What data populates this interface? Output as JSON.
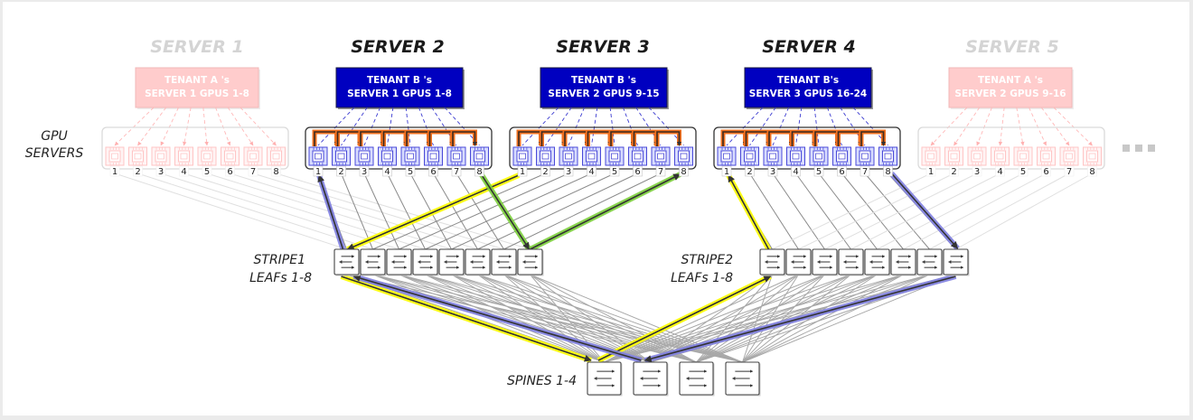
{
  "labels": {
    "gpu_servers_line1": "GPU",
    "gpu_servers_line2": "SERVERS",
    "stripe1_line1": "STRIPE1",
    "stripe1_line2": "LEAFs 1-8",
    "stripe2_line1": "STRIPE2",
    "stripe2_line2": "LEAFs 1-8",
    "spines": "SPINES 1-4",
    "more": "..."
  },
  "servers": [
    {
      "title": "SERVER 1",
      "active": false,
      "tenant_line1": "TENANT A 's",
      "tenant_line2": "SERVER 1  GPUS 1-8",
      "stripe": 1
    },
    {
      "title": "SERVER 2",
      "active": true,
      "tenant_line1": "TENANT B 's",
      "tenant_line2": "SERVER 1 GPUS 1-8",
      "stripe": 1
    },
    {
      "title": "SERVER 3",
      "active": true,
      "tenant_line1": "TENANT B 's",
      "tenant_line2": "SERVER 2 GPUS 9-15",
      "stripe": 1
    },
    {
      "title": "SERVER 4",
      "active": true,
      "tenant_line1": "TENANT B's",
      "tenant_line2": "SERVER 3 GPUS 16-24",
      "stripe": 2
    },
    {
      "title": "SERVER 5",
      "active": false,
      "tenant_line1": "TENANT A 's",
      "tenant_line2": "SERVER 2 GPUS 9-16",
      "stripe": 2
    }
  ],
  "gpu_numbers": [
    "1",
    "2",
    "3",
    "4",
    "5",
    "6",
    "7",
    "8"
  ],
  "leaf_count_per_stripe": 8,
  "spine_count": 4,
  "colors": {
    "tenant_b": "#0000c0",
    "tenant_a": "#ffcccc",
    "nvlink": "#f07020",
    "path_yellow": "#ffff00",
    "path_green": "#7ccf3c",
    "path_blue": "#8080e0"
  },
  "highlighted_paths": [
    {
      "color": "yellow",
      "description": "Server 3 GPU1 -> Stripe1 Leaf1 -> Spine1 -> Stripe2 Leaf1 -> Server 4 GPU1"
    },
    {
      "color": "blue",
      "description": "Server 4 GPU8 -> Stripe2 Leaf8 -> Spine2 -> Stripe1 Leaf1 -> Server 2 GPU1"
    },
    {
      "color": "green",
      "description": "Server 2 GPU8 -> Stripe1 Leaf8 -> Server 3 GPU8"
    }
  ]
}
